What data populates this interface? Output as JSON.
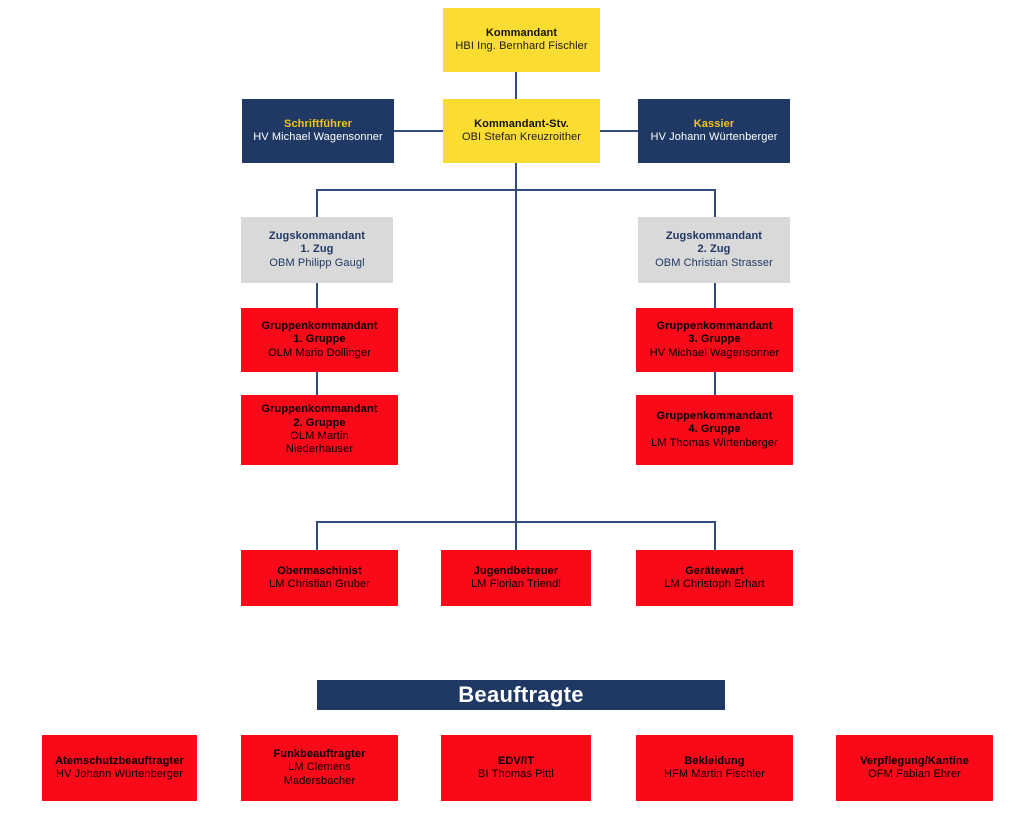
{
  "meta": {
    "colors": {
      "yellow": "#fbdd31",
      "navy": "#1f3864",
      "gray": "#d9d9d9",
      "red": "#fa0a19",
      "line": "#2f4a7c",
      "navy_title_text": "#f6c316",
      "white": "#ffffff",
      "black": "#000000"
    }
  },
  "nodes": {
    "kommandant": {
      "title": "Kommandant",
      "person": "HBI Ing. Bernhard Fischler"
    },
    "schriftfuehrer": {
      "title": "Schriftführer",
      "person": "HV Michael Wagensonner"
    },
    "kommandant_stv": {
      "title": "Kommandant-Stv.",
      "person": "OBI Stefan Kreuzroither"
    },
    "kassier": {
      "title": "Kassier",
      "person": "HV Johann Würtenberger"
    },
    "zug1": {
      "title": "Zugskommandant",
      "subtitle": "1. Zug",
      "person": "OBM Philipp Gaugl"
    },
    "zug2": {
      "title": "Zugskommandant",
      "subtitle": "2. Zug",
      "person": "OBM Christian Strasser"
    },
    "gruppe1": {
      "title": "Gruppenkommandant",
      "subtitle": "1. Gruppe",
      "person": "OLM Mario Dollinger"
    },
    "gruppe2": {
      "title": "Gruppenkommandant",
      "subtitle": "2. Gruppe",
      "person": "OLM Martin Niederhauser"
    },
    "gruppe3": {
      "title": "Gruppenkommandant",
      "subtitle": "3. Gruppe",
      "person": "HV Michael Wagensonner"
    },
    "gruppe4": {
      "title": "Gruppenkommandant",
      "subtitle": "4. Gruppe",
      "person": "LM Thomas Wirtenberger"
    },
    "obermaschinist": {
      "title": "Obermaschinist",
      "person": "LM Christian Gruber"
    },
    "jugendbetreuer": {
      "title": "Jugendbetreuer",
      "person": "LM Florian Triendl"
    },
    "geraetewart": {
      "title": "Gerätewart",
      "person": "LM Christoph Erhart"
    }
  },
  "banner": {
    "label": "Beauftragte"
  },
  "beauftragte": [
    {
      "title": "Atemschutzbeauftragter",
      "person": "HV Johann Würtenberger"
    },
    {
      "title": "Funkbeauftragter",
      "person": "LM Clemens Madersbacher"
    },
    {
      "title": "EDV/IT",
      "person": "BI Thomas Pittl"
    },
    {
      "title": "Bekleidung",
      "person": "HFM Martin Fischler"
    },
    {
      "title": "Verpflegung/Kantine",
      "person": "OFM Fabian Ehrer"
    }
  ]
}
